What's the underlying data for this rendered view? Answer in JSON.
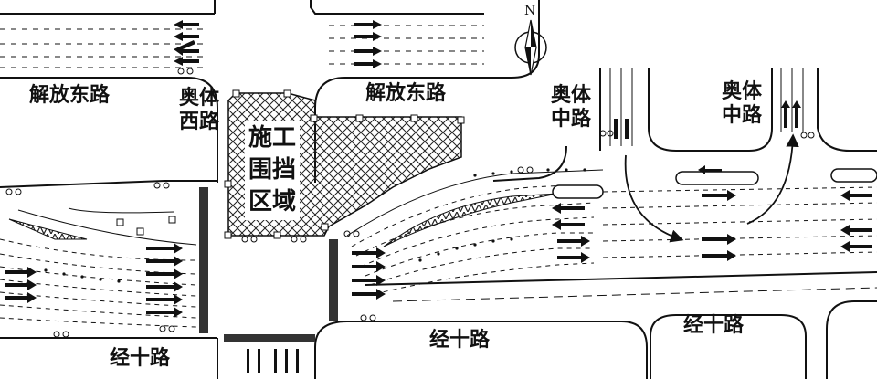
{
  "labels": {
    "jiefang_east_left": "解放东路",
    "jiefang_east_right": "解放东路",
    "aoti_west": [
      "奥体",
      "西路"
    ],
    "aoti_middle_left": [
      "奥体",
      "中路"
    ],
    "aoti_middle_right": [
      "奥体",
      "中路"
    ],
    "jingshi_left": "经十路",
    "jingshi_center": "经十路",
    "jingshi_right": "经十路",
    "construction_zone": [
      "施工",
      "围挡",
      "区域"
    ]
  },
  "compass": {
    "label": "N"
  },
  "colors": {
    "ink": "#111111",
    "road": "#ffffff",
    "hatch": "#222222"
  }
}
